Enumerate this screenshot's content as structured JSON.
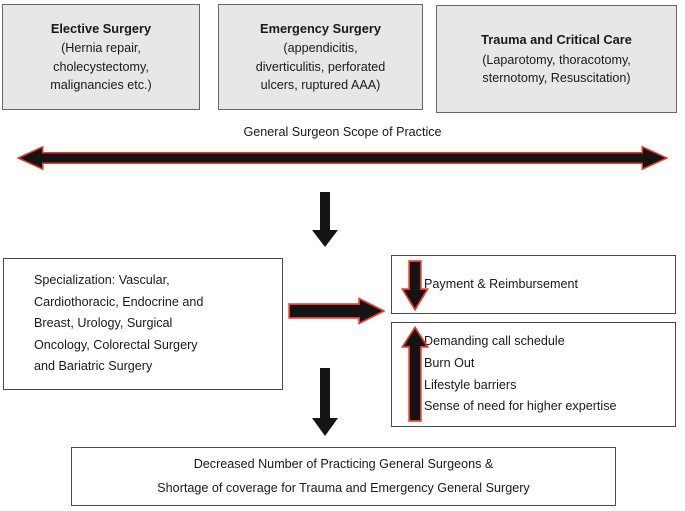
{
  "diagram": {
    "scope_label": "General Surgeon Scope of Practice",
    "top_boxes": [
      {
        "title": "Elective Surgery",
        "lines": [
          "(Hernia repair,",
          "cholecystectomy,",
          "malignancies etc.)"
        ]
      },
      {
        "title": "Emergency Surgery",
        "lines": [
          "(appendicitis,",
          "diverticulitis, perforated",
          "ulcers, ruptured AAA)"
        ]
      },
      {
        "title": "Trauma and Critical Care",
        "lines": [
          "(Laparotomy, thoracotomy,",
          "sternotomy, Resuscitation)"
        ]
      }
    ],
    "specialization_box": {
      "lines": [
        "Specialization: Vascular,",
        "Cardiothoracic, Endocrine and",
        "Breast, Urology, Surgical",
        "Oncology, Colorectal Surgery",
        "and Bariatric Surgery"
      ]
    },
    "payment_box": {
      "lines": [
        "Payment & Reimbursement"
      ]
    },
    "barriers_box": {
      "lines": [
        "Demanding call schedule",
        "Burn Out",
        "Lifestyle barriers",
        "Sense of need for higher expertise"
      ]
    },
    "outcome_box": {
      "lines": [
        "Decreased Number of Practicing General Surgeons &",
        "Shortage of coverage for Trauma and Emergency General Surgery"
      ]
    },
    "colors": {
      "box_fill_grey": "#e7e7e7",
      "box_border_grey": "#666666",
      "box_border_dark": "#4a4a4a",
      "arrow_fill": "#141414",
      "arrow_outline_red": "#e8392a",
      "text": "#1a1a1a"
    }
  }
}
